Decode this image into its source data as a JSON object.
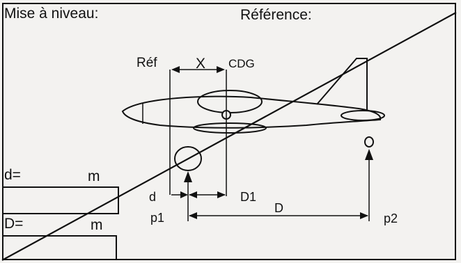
{
  "header": {
    "mise_a_niveau": "Mise à niveau:",
    "reference": "Référence:"
  },
  "diagram": {
    "ref_label": "Réf",
    "x_label": "X",
    "cdg_label": "CDG",
    "d_label": "d",
    "d1_label": "D1",
    "big_d_label": "D",
    "p1_label": "p1",
    "p2_label": "p2"
  },
  "fields": {
    "small_d_label": "d=",
    "small_d_unit": "m",
    "big_d_label": "D=",
    "big_d_unit": "m"
  }
}
